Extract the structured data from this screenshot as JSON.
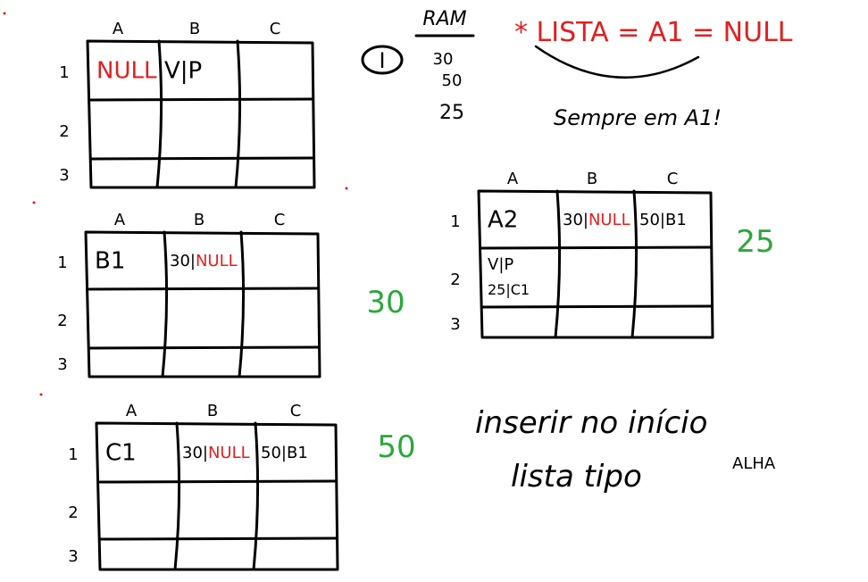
{
  "header": {
    "circled_label": "I",
    "column_title": "RAM",
    "values": [
      "30",
      "50",
      "25"
    ],
    "statement": "* LISTA = A1 = NULL",
    "note": "Sempre em A1!"
  },
  "tables": [
    {
      "col_headers": [
        "A",
        "B",
        "C"
      ],
      "row_headers": [
        "1",
        "2",
        "3"
      ],
      "cells": [
        [
          {
            "text": "NULL",
            "color": "#e02020"
          },
          {
            "text": "V|P",
            "color": "#000000"
          },
          {
            "text": "",
            "color": "#000000"
          }
        ],
        [
          {
            "text": "",
            "color": "#000000"
          },
          {
            "text": "",
            "color": "#000000"
          },
          {
            "text": "",
            "color": "#000000"
          }
        ],
        [
          {
            "text": "",
            "color": "#000000"
          },
          {
            "text": "",
            "color": "#000000"
          },
          {
            "text": "",
            "color": "#000000"
          }
        ]
      ],
      "side_value": ""
    },
    {
      "col_headers": [
        "A",
        "B",
        "C"
      ],
      "row_headers": [
        "1",
        "2",
        "3"
      ],
      "cells": [
        [
          {
            "text": "B1",
            "color": "#000000"
          },
          {
            "text": "30|",
            "color": "#000000",
            "suffix": "NULL",
            "suffix_color": "#e02020"
          },
          {
            "text": "",
            "color": "#000000"
          }
        ],
        [
          {
            "text": "",
            "color": "#000000"
          },
          {
            "text": "",
            "color": "#000000"
          },
          {
            "text": "",
            "color": "#000000"
          }
        ],
        [
          {
            "text": "",
            "color": "#000000"
          },
          {
            "text": "",
            "color": "#000000"
          },
          {
            "text": "",
            "color": "#000000"
          }
        ]
      ],
      "side_value": "30"
    },
    {
      "col_headers": [
        "A",
        "B",
        "C"
      ],
      "row_headers": [
        "1",
        "2",
        "3"
      ],
      "cells": [
        [
          {
            "text": "C1",
            "color": "#000000"
          },
          {
            "text": "30|",
            "color": "#000000",
            "suffix": "NULL",
            "suffix_color": "#e02020"
          },
          {
            "text": "50|B1",
            "color": "#000000"
          }
        ],
        [
          {
            "text": "",
            "color": "#000000"
          },
          {
            "text": "",
            "color": "#000000"
          },
          {
            "text": "",
            "color": "#000000"
          }
        ],
        [
          {
            "text": "",
            "color": "#000000"
          },
          {
            "text": "",
            "color": "#000000"
          },
          {
            "text": "",
            "color": "#000000"
          }
        ]
      ],
      "side_value": "50"
    },
    {
      "col_headers": [
        "A",
        "B",
        "C"
      ],
      "row_headers": [
        "1",
        "2",
        "3"
      ],
      "cells": [
        [
          {
            "text": "A2",
            "color": "#000000"
          },
          {
            "text": "30|",
            "color": "#000000",
            "suffix": "NULL",
            "suffix_color": "#e02020"
          },
          {
            "text": "50|B1",
            "color": "#000000"
          }
        ],
        [
          {
            "text": "V|P",
            "color": "#000000",
            "line2": "25|C1"
          },
          {
            "text": "",
            "color": "#000000"
          },
          {
            "text": "",
            "color": "#000000"
          }
        ],
        [
          {
            "text": "",
            "color": "#000000"
          },
          {
            "text": "",
            "color": "#000000"
          },
          {
            "text": "",
            "color": "#000000"
          }
        ]
      ],
      "side_value": "25"
    }
  ],
  "bottom_note": {
    "line1": "inserir no início",
    "line2": "lista tipo",
    "line2_suffix": "ALHA"
  },
  "colors": {
    "red": "#e02020",
    "green": "#2aa83a",
    "ink": "#000000"
  }
}
